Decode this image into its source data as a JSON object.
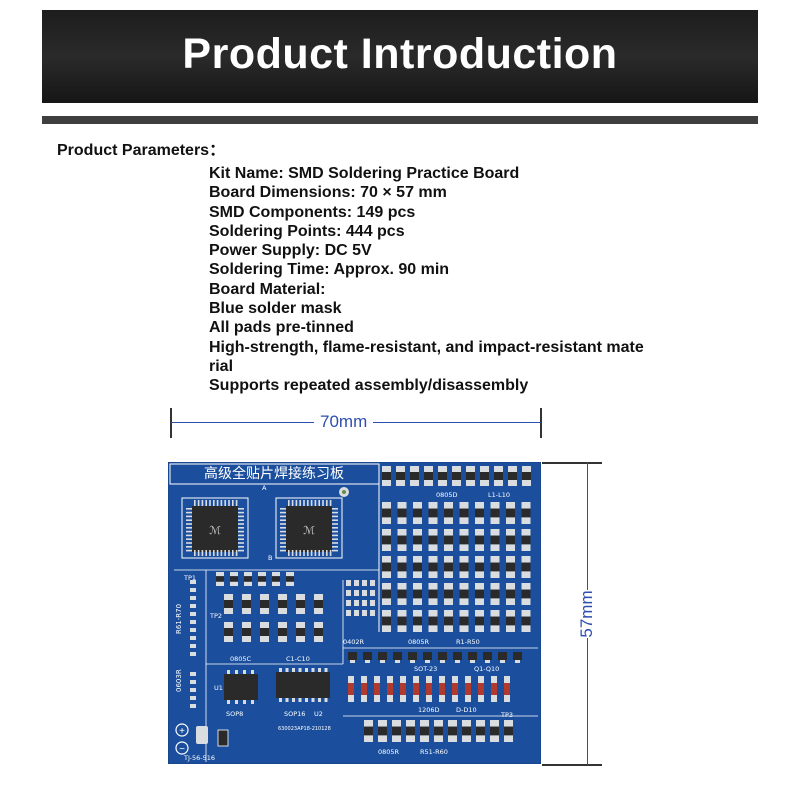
{
  "banner": {
    "title": "Product Introduction"
  },
  "params": {
    "heading": "Product Parameters：",
    "lines": [
      "Kit Name: SMD Soldering Practice Board",
      "Board Dimensions: 70 × 57 mm",
      "SMD Components: 149 pcs",
      "Soldering Points: 444 pcs",
      "Power Supply: DC 5V",
      "Soldering Time: Approx. 90 min",
      "Board Material:",
      "Blue solder mask",
      "All pads pre-tinned",
      "High-strength, flame-resistant, and impact-resistant mate",
      "rial",
      "Supports repeated assembly/disassembly"
    ]
  },
  "dimensions": {
    "width": "70mm",
    "height": "57mm"
  },
  "board": {
    "title": "高级全贴片焊接练习板",
    "labels": {
      "l0805d": "0805D",
      "l1l10": "L1-L10",
      "l0402r": "0402R",
      "l0805r": "0805R",
      "r1r50": "R1-R50",
      "sot23": "SOT-23",
      "q1q10": "Q1-Q10",
      "l1206d": "1206D",
      "d1d10": "D-D10",
      "l0805r2": "0805R",
      "r51r60": "R51-R60",
      "l0805c": "0805C",
      "c1c10": "C1-C10",
      "r61r70": "R61-R70",
      "l0603r": "0603R",
      "u1": "U1",
      "sop8": "SOP8",
      "sop16": "SOP16",
      "u2": "U2",
      "tp1": "TP1",
      "tp2": "TP2",
      "tp3": "TP3",
      "bottomcode": "TJ-56-516",
      "serial": "630023AP18-210128",
      "ma": "A",
      "mb": "B"
    },
    "colors": {
      "board": "#1b4f9e",
      "silk": "#ffffff",
      "pad": "#d9dde0",
      "chip": "#2a2a2a"
    }
  }
}
